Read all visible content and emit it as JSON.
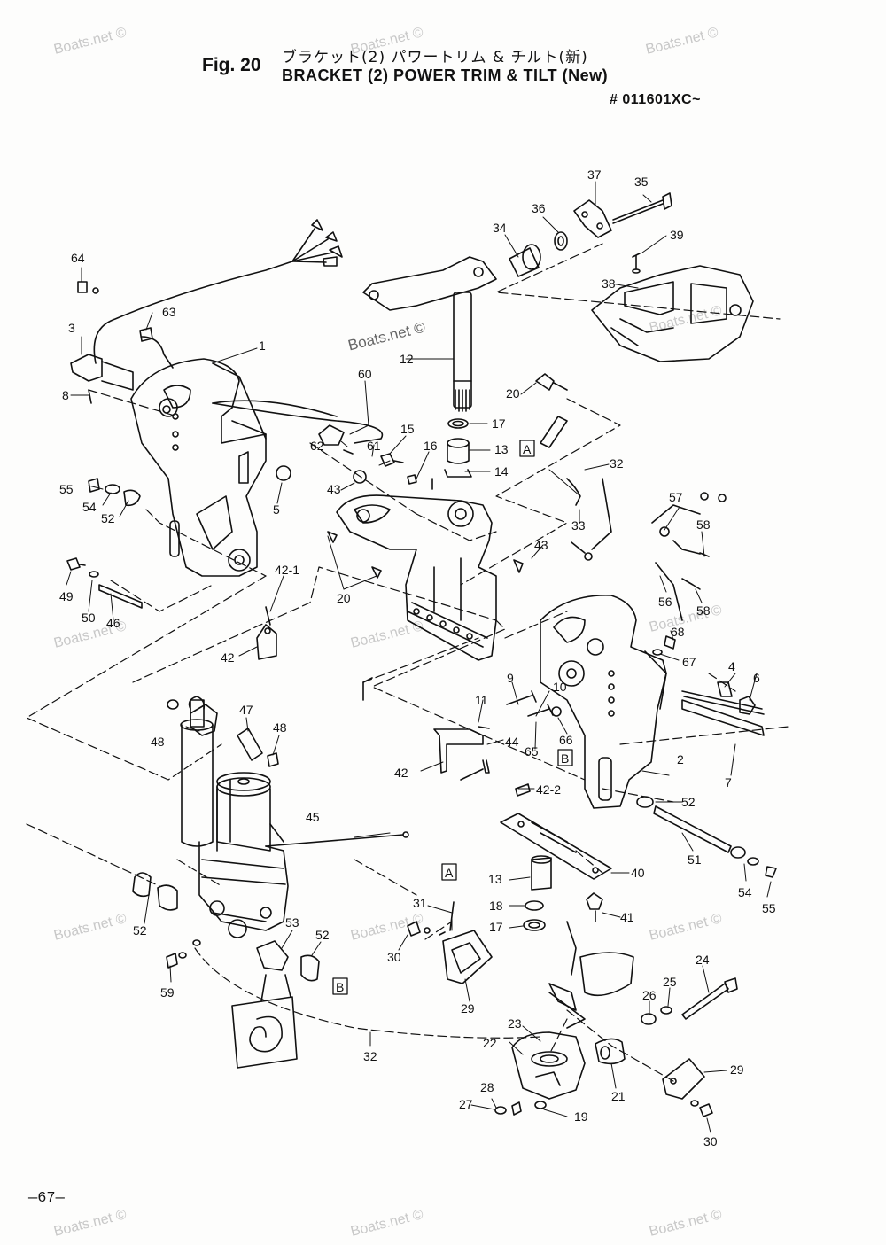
{
  "header": {
    "fig_label": "Fig. 20",
    "title_jp": "ブラケット(2) パワートリム & チルト(新)",
    "title_en": "BRACKET (2) POWER TRIM & TILT (New)",
    "serial": "# 011601XC~"
  },
  "watermark": "Boats.net ©",
  "page_number": "—67—",
  "callouts": {
    "c1": "1",
    "c2": "2",
    "c3": "3",
    "c4": "4",
    "c5": "5",
    "c6": "6",
    "c7": "7",
    "c8": "8",
    "c9": "9",
    "c10": "10",
    "c11": "11",
    "c12": "12",
    "c13a": "13",
    "c13b": "13",
    "c14": "14",
    "c15": "15",
    "c16": "16",
    "c17a": "17",
    "c17b": "17",
    "c18": "18",
    "c19": "19",
    "c20a": "20",
    "c20b": "20",
    "c21": "21",
    "c22": "22",
    "c23": "23",
    "c24": "24",
    "c25": "25",
    "c26": "26",
    "c27": "27",
    "c28": "28",
    "c29a": "29",
    "c29b": "29",
    "c30a": "30",
    "c30b": "30",
    "c31": "31",
    "c32a": "32",
    "c32b": "32",
    "c33": "33",
    "c34": "34",
    "c35": "35",
    "c36": "36",
    "c37": "37",
    "c38": "38",
    "c39": "39",
    "c40": "40",
    "c41": "41",
    "c42a": "42",
    "c42b": "42",
    "c42_1": "42-1",
    "c42_2": "42-2",
    "c43a": "43",
    "c43b": "43",
    "c44": "44",
    "c45": "45",
    "c46": "46",
    "c47": "47",
    "c48a": "48",
    "c48b": "48",
    "c49": "49",
    "c50": "50",
    "c51": "51",
    "c52a": "52",
    "c52b": "52",
    "c52c": "52",
    "c52d": "52",
    "c53": "53",
    "c54a": "54",
    "c54b": "54",
    "c55a": "55",
    "c55b": "55",
    "c56": "56",
    "c57": "57",
    "c58a": "58",
    "c58b": "58",
    "c59": "59",
    "c60": "60",
    "c61": "61",
    "c62": "62",
    "c63": "63",
    "c64": "64",
    "c65": "65",
    "c66": "66",
    "c67": "67",
    "c68": "68"
  },
  "ref_boxes": {
    "a1": "A",
    "a2": "A",
    "b1": "B",
    "b2": "B"
  }
}
